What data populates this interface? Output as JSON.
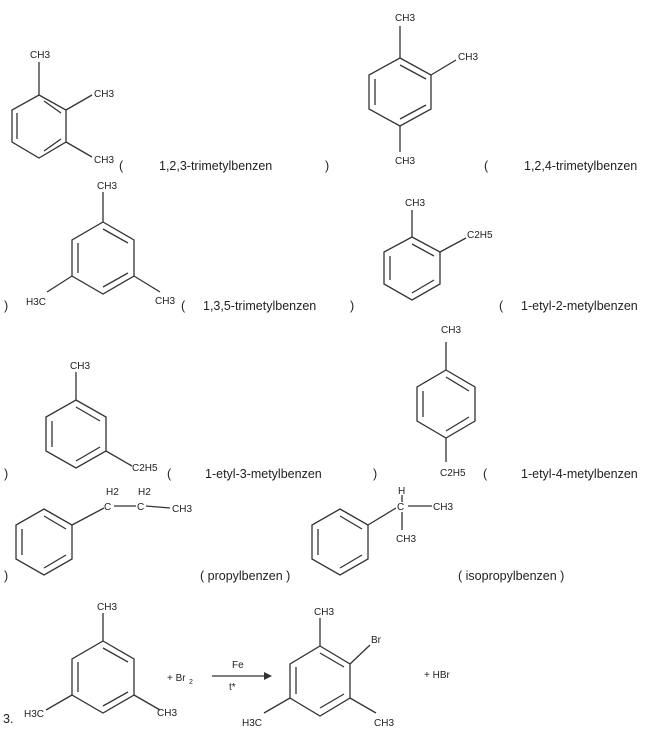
{
  "labels": {
    "ch3": "CH3",
    "h3c": "H3C",
    "c2h5": "C2H5",
    "h2": "H2",
    "h": "H",
    "br": "Br"
  },
  "names": {
    "n1": "1,2,3-trimetylbenzen",
    "n2": "1,2,4-trimetylbenzen",
    "n3": "1,3,5-trimetylbenzen",
    "n4": "1-etyl-2-metylbenzen",
    "n5": "1-etyl-3-metylbenzen",
    "n6": "1-etyl-4-metylbenzen",
    "n7": "( propylbenzen )",
    "n8": "( isopropylbenzen )"
  },
  "parens": {
    "open": "(",
    "close": ")"
  },
  "reaction": {
    "number": "3.",
    "reagent": "+ Br",
    "reagent_sub": "2",
    "catalyst": "Fe",
    "condition": "t*",
    "product_extra": "+ HBr"
  }
}
